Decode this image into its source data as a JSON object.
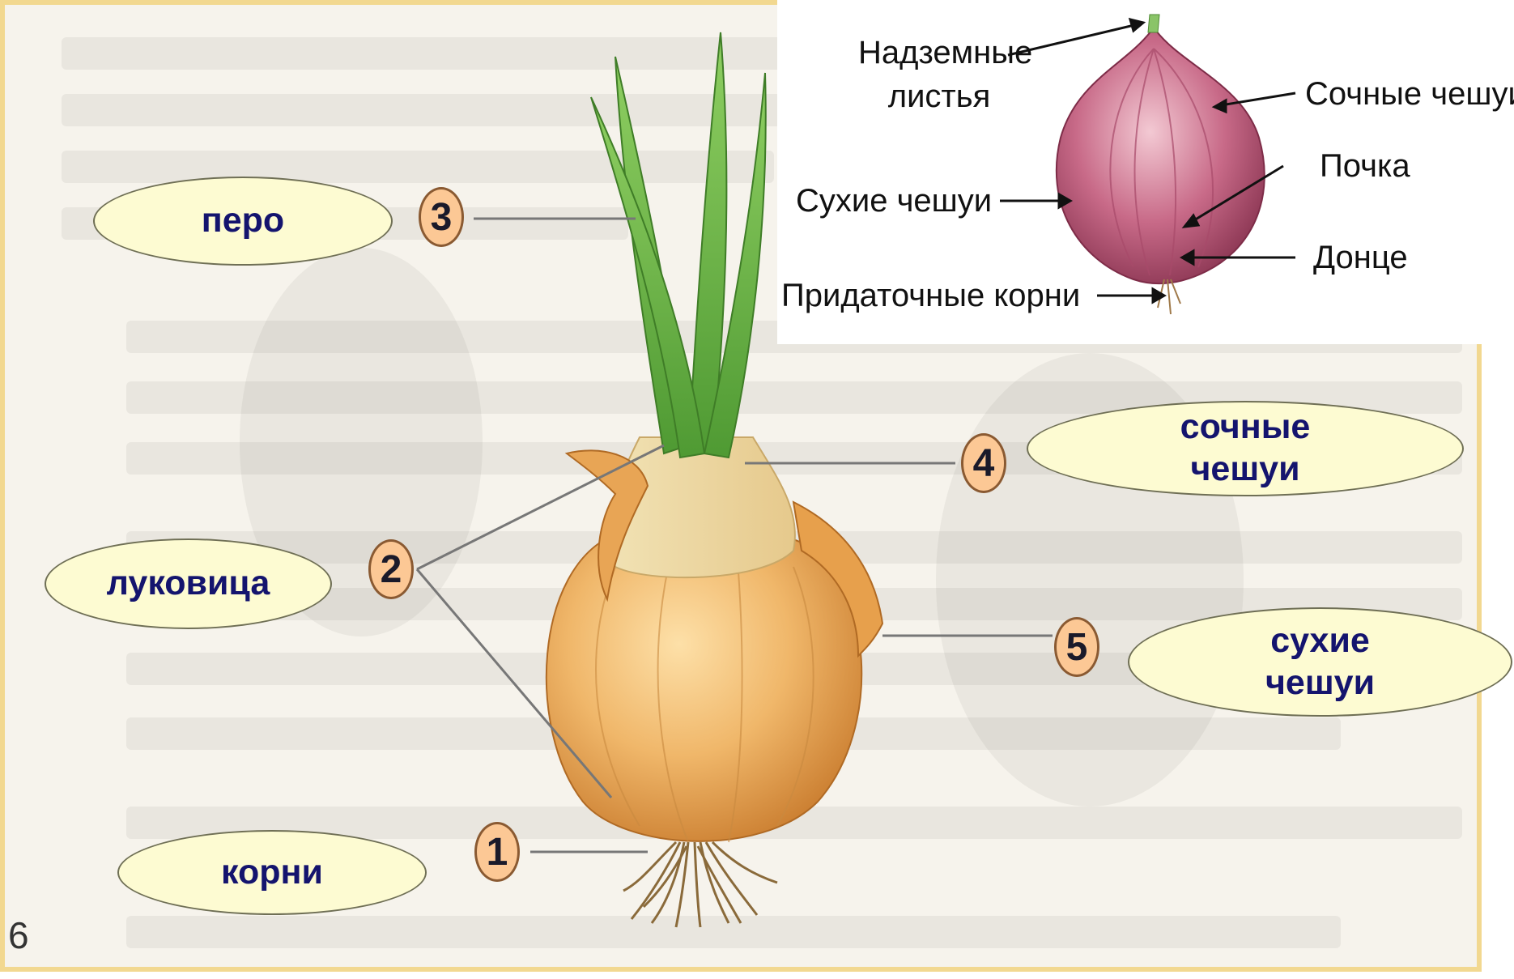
{
  "main_diagram": {
    "labels": [
      {
        "number": "3",
        "text": "перо"
      },
      {
        "number": "2",
        "text": "луковица"
      },
      {
        "number": "1",
        "text": "корни"
      },
      {
        "number": "4",
        "text": "сочные чешуи"
      },
      {
        "number": "5",
        "text": "сухие чешуи"
      }
    ],
    "page_number": "6"
  },
  "inset_diagram": {
    "labels": {
      "above_ground_leaves": "Надземные листья",
      "juicy_scales": "Сочные чешуи",
      "bud": "Почка",
      "dry_scales": "Сухие чешуи",
      "basal_plate": "Донце",
      "adventitious_roots": "Придаточные корни"
    }
  },
  "colors": {
    "bubble_fill": "#fdfbd2",
    "bubble_text": "#14146e",
    "badge_fill": "#fcc895",
    "frame": "#f2d890",
    "onion_gold": "#e7a04c",
    "leaf_green": "#5fae3e",
    "red_onion": "#b24a6a"
  }
}
